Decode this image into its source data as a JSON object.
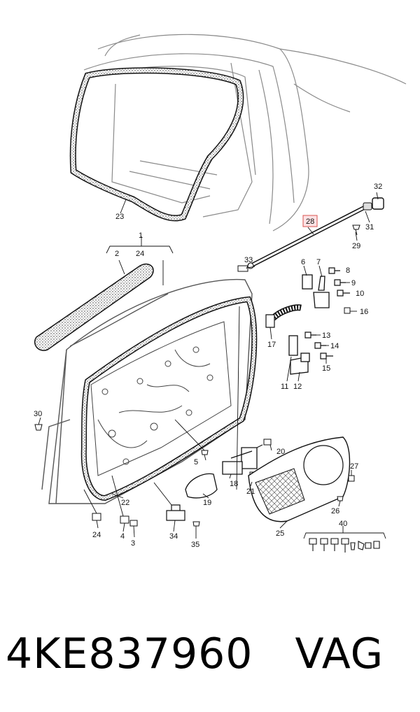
{
  "diagram": {
    "callouts": {
      "c1": "1",
      "c2": "2",
      "c24top": "24",
      "c3": "3",
      "c4": "4",
      "c5": "5",
      "c6": "6",
      "c7": "7",
      "c8": "8",
      "c9": "9",
      "c10": "10",
      "c11": "11",
      "c12": "12",
      "c13": "13",
      "c14": "14",
      "c15": "15",
      "c16": "16",
      "c17": "17",
      "c18": "18",
      "c19": "19",
      "c20": "20",
      "c21": "21",
      "c22": "22",
      "c23": "23",
      "c24": "24",
      "c25": "25",
      "c26": "26",
      "c27": "27",
      "c28": "28",
      "c29": "29",
      "c30": "30",
      "c31": "31",
      "c32": "32",
      "c33": "33",
      "c34": "34",
      "c35": "35",
      "c40": "40"
    },
    "highlight_color": "#d9534f"
  },
  "footer": {
    "part_code": "4KE837960",
    "brand": "VAG"
  }
}
